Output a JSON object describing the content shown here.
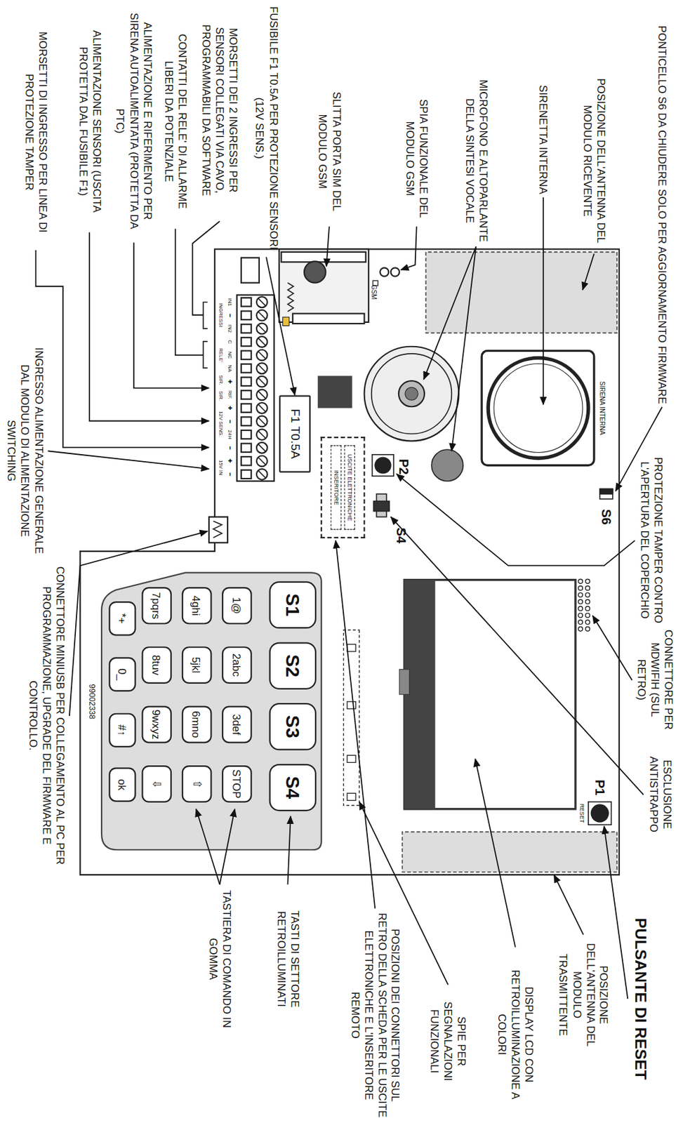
{
  "diagram": {
    "nodes": [
      {
        "text": [
          "F1 T0.5A"
        ]
      },
      {
        "text": [
          "USCITE ELETTRONICHE",
          "INSERITORE"
        ]
      },
      {
        "text": [
          "S1"
        ]
      },
      {
        "text": [
          "S2"
        ]
      },
      {
        "text": [
          "S3"
        ]
      },
      {
        "text": [
          "S4"
        ]
      },
      {
        "text": [
          "1@"
        ]
      },
      {
        "text": [
          "2abc"
        ]
      },
      {
        "text": [
          "3def"
        ]
      },
      {
        "text": [
          "STOP"
        ]
      },
      {
        "text": [
          "4ghi"
        ]
      },
      {
        "text": [
          "5jkl"
        ]
      },
      {
        "text": [
          "6mno"
        ]
      },
      {
        "text": [
          "⇧"
        ]
      },
      {
        "text": [
          "7pqrs"
        ]
      },
      {
        "text": [
          "8tuv"
        ]
      },
      {
        "text": [
          "9wxyz"
        ]
      },
      {
        "text": [
          "⇩"
        ]
      },
      {
        "text": [
          "*+"
        ]
      },
      {
        "text": [
          "0_"
        ]
      },
      {
        "text": [
          "#↑"
        ]
      },
      {
        "text": [
          "ok"
        ]
      }
    ],
    "labels": [
      "PONTICELLO S6 DA CHIUDERE SOLO PER AGGIORNAMENTO FIRMWARE",
      "POSIZIONE DELL'ANTENNA DEL MODULO RICEVENTE",
      "SIRENETTA INTERNA",
      "MICROFONO E ALTOPARLANTE DELLA SINTESI VOCALE",
      "SPIA FUNZIONALE DEL MODULO GSM",
      "SLITTA PORTA SIM DEL MODULO GSM",
      "FUSIBILE F1 T0.5A PER PROTEZIONE SENSORI (12V SENS.)",
      "MORSETTI DEI 2 INGRESSI PER SENSORI COLLEGATI VIA CAVO, PROGRAMMABILI DA SOFTWARE",
      "CONTATTI DEL RELE' DI ALLARME LIBERI DA POTENZIALE",
      "ALIMENTAZIONE E RIFERIMENTO PER SIRENA AUTOALIMENTATA (PROTETTA DA PTC)",
      "ALIMENTAZIONE SENSORI (USCITA PROTETTA DAL FUSIBILE F1)",
      "MORSETTI DI INGRESSO PER LINEA DI PROTEZIONE TAMPER",
      "INGRESSO ALIMENTAZIONE GENERALE DAL MODULO DI ALIMENTAZIONE SWITCHING",
      "CONNETTORE MINIUSB PER COLLEGAMENTO AL PC PER PROGRAMMAZIONE, UPGRADE DEL FIRMWARE E CONTROLLO.",
      "TASTIERA DI COMANDO IN GOMMA",
      "TASTI DI SETTORE RETROILLUMINATI",
      "POSIZIONI DEI CONNETTORI SUL RETRO DELLA SCHEDA PER LE USCITE ELETTRONICHE E L'INSERITORE REMOTO",
      "SPIE PER SEGNALAZIONI FUNZIONALI",
      "DISPLAY LCD CON RETROILLUMINAZIONE A COLORI",
      "POSIZIONE DELL'ANTENNA DEL MODULO TRASMITTENTE",
      "PULSANTE DI RESET",
      "ESCLUSIONE ANTISTRAPPO",
      "CONNETTORE PER MDWIFIH (SUL RETRO)",
      "PROTEZIONE TAMPER CONTRO L'APERTURA DEL COPERCHIO",
      "SIRENA INTERNA",
      "P2",
      "S4",
      "S6",
      "P1",
      "RESET",
      "GSM",
      "99002338",
      "IN1",
      "━",
      "IN2",
      "C",
      "NC",
      "NA",
      "✚",
      "RIF.",
      "✚",
      "━",
      "24H",
      "━",
      "✚",
      "━",
      "INGRESSI",
      "RELE'",
      "SIR.",
      "SIR.",
      "12V SENS.",
      "15V IN"
    ]
  }
}
